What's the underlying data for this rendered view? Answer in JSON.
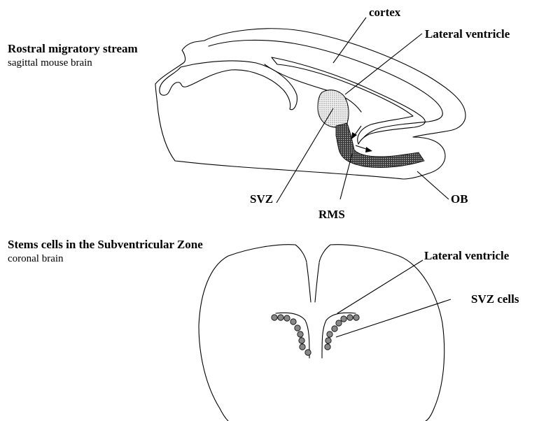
{
  "section1": {
    "title": "Rostral migratory stream",
    "subtitle": "sagittal mouse brain",
    "labels": {
      "cortex": "cortex",
      "lateral_ventricle": "Lateral ventricle",
      "svz": "SVZ",
      "rms": "RMS",
      "ob": "OB"
    }
  },
  "section2": {
    "title": "Stems cells in the Subventricular Zone",
    "subtitle": "coronal brain",
    "labels": {
      "lateral_ventricle": "Lateral ventricle",
      "svz_cells": "SVZ cells"
    }
  }
}
